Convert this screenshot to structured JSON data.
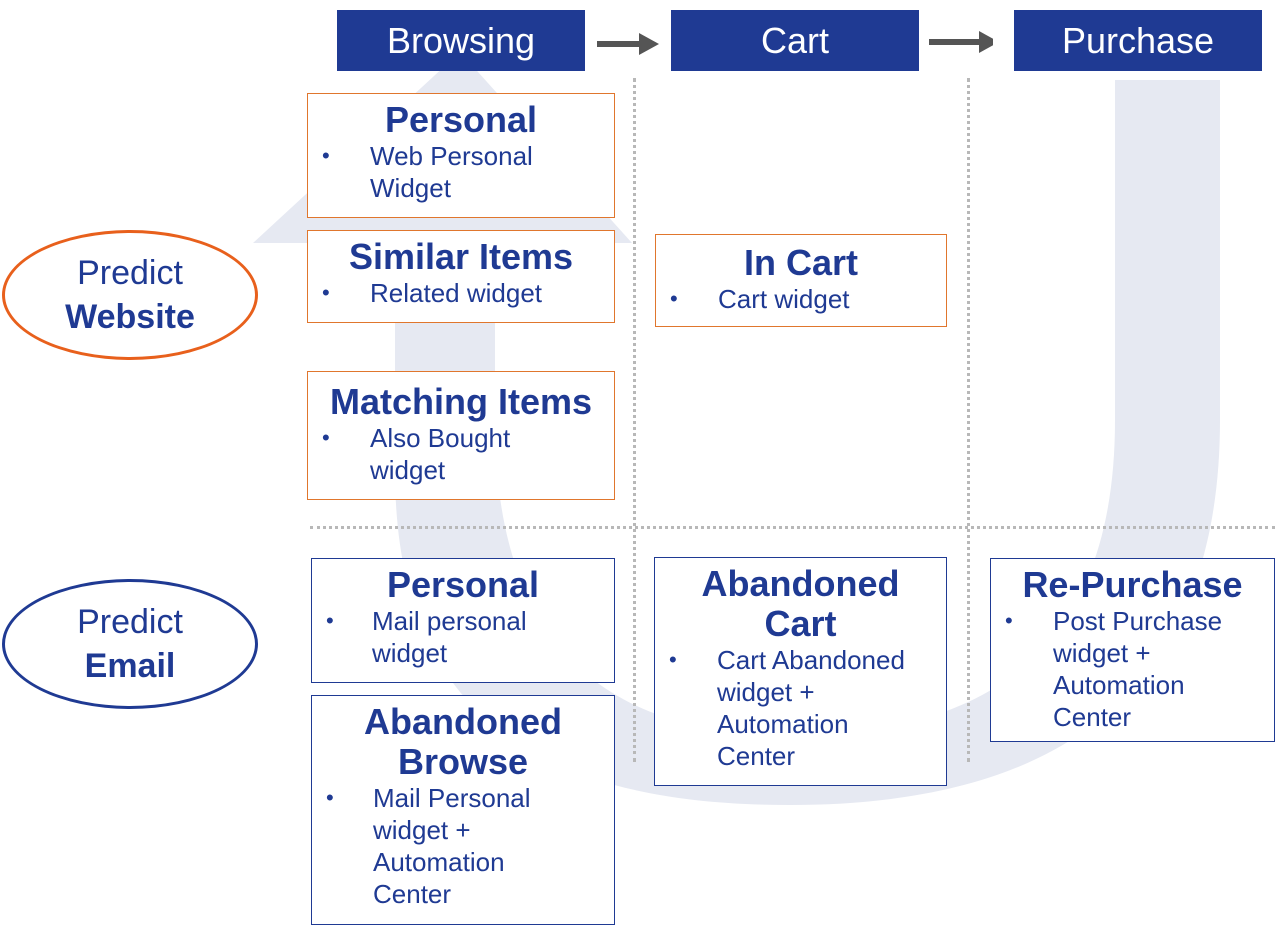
{
  "stages": [
    "Browsing",
    "Cart",
    "Purchase"
  ],
  "ovals": {
    "website": {
      "line1": "Predict",
      "line2": "Website",
      "color": "#e8601c"
    },
    "email": {
      "line1": "Predict",
      "line2": "Email",
      "color": "#1f3a93"
    }
  },
  "website_boxes": {
    "personal": {
      "title": "Personal",
      "item": "Web Personal Widget"
    },
    "similar": {
      "title": "Similar Items",
      "item": "Related widget"
    },
    "matching": {
      "title": "Matching Items",
      "item": "Also Bought widget"
    },
    "incart": {
      "title": "In Cart",
      "item": "Cart widget"
    }
  },
  "email_boxes": {
    "personal": {
      "title": "Personal",
      "item": "Mail personal widget"
    },
    "abandoned_browse": {
      "title": "Abandoned Browse",
      "item": "Mail Personal widget + Automation Center"
    },
    "abandoned_cart": {
      "title": "Abandoned Cart",
      "item": "Cart Abandoned widget + Automation Center"
    },
    "repurchase": {
      "title": "Re-Purchase",
      "item": "Post Purchase widget + Automation Center"
    }
  },
  "bullet_char": "•",
  "colors": {
    "primary": "#1f3a93",
    "accent": "#e0762d",
    "watermark": "#e6e9f2",
    "divider": "#b8b8b8"
  }
}
